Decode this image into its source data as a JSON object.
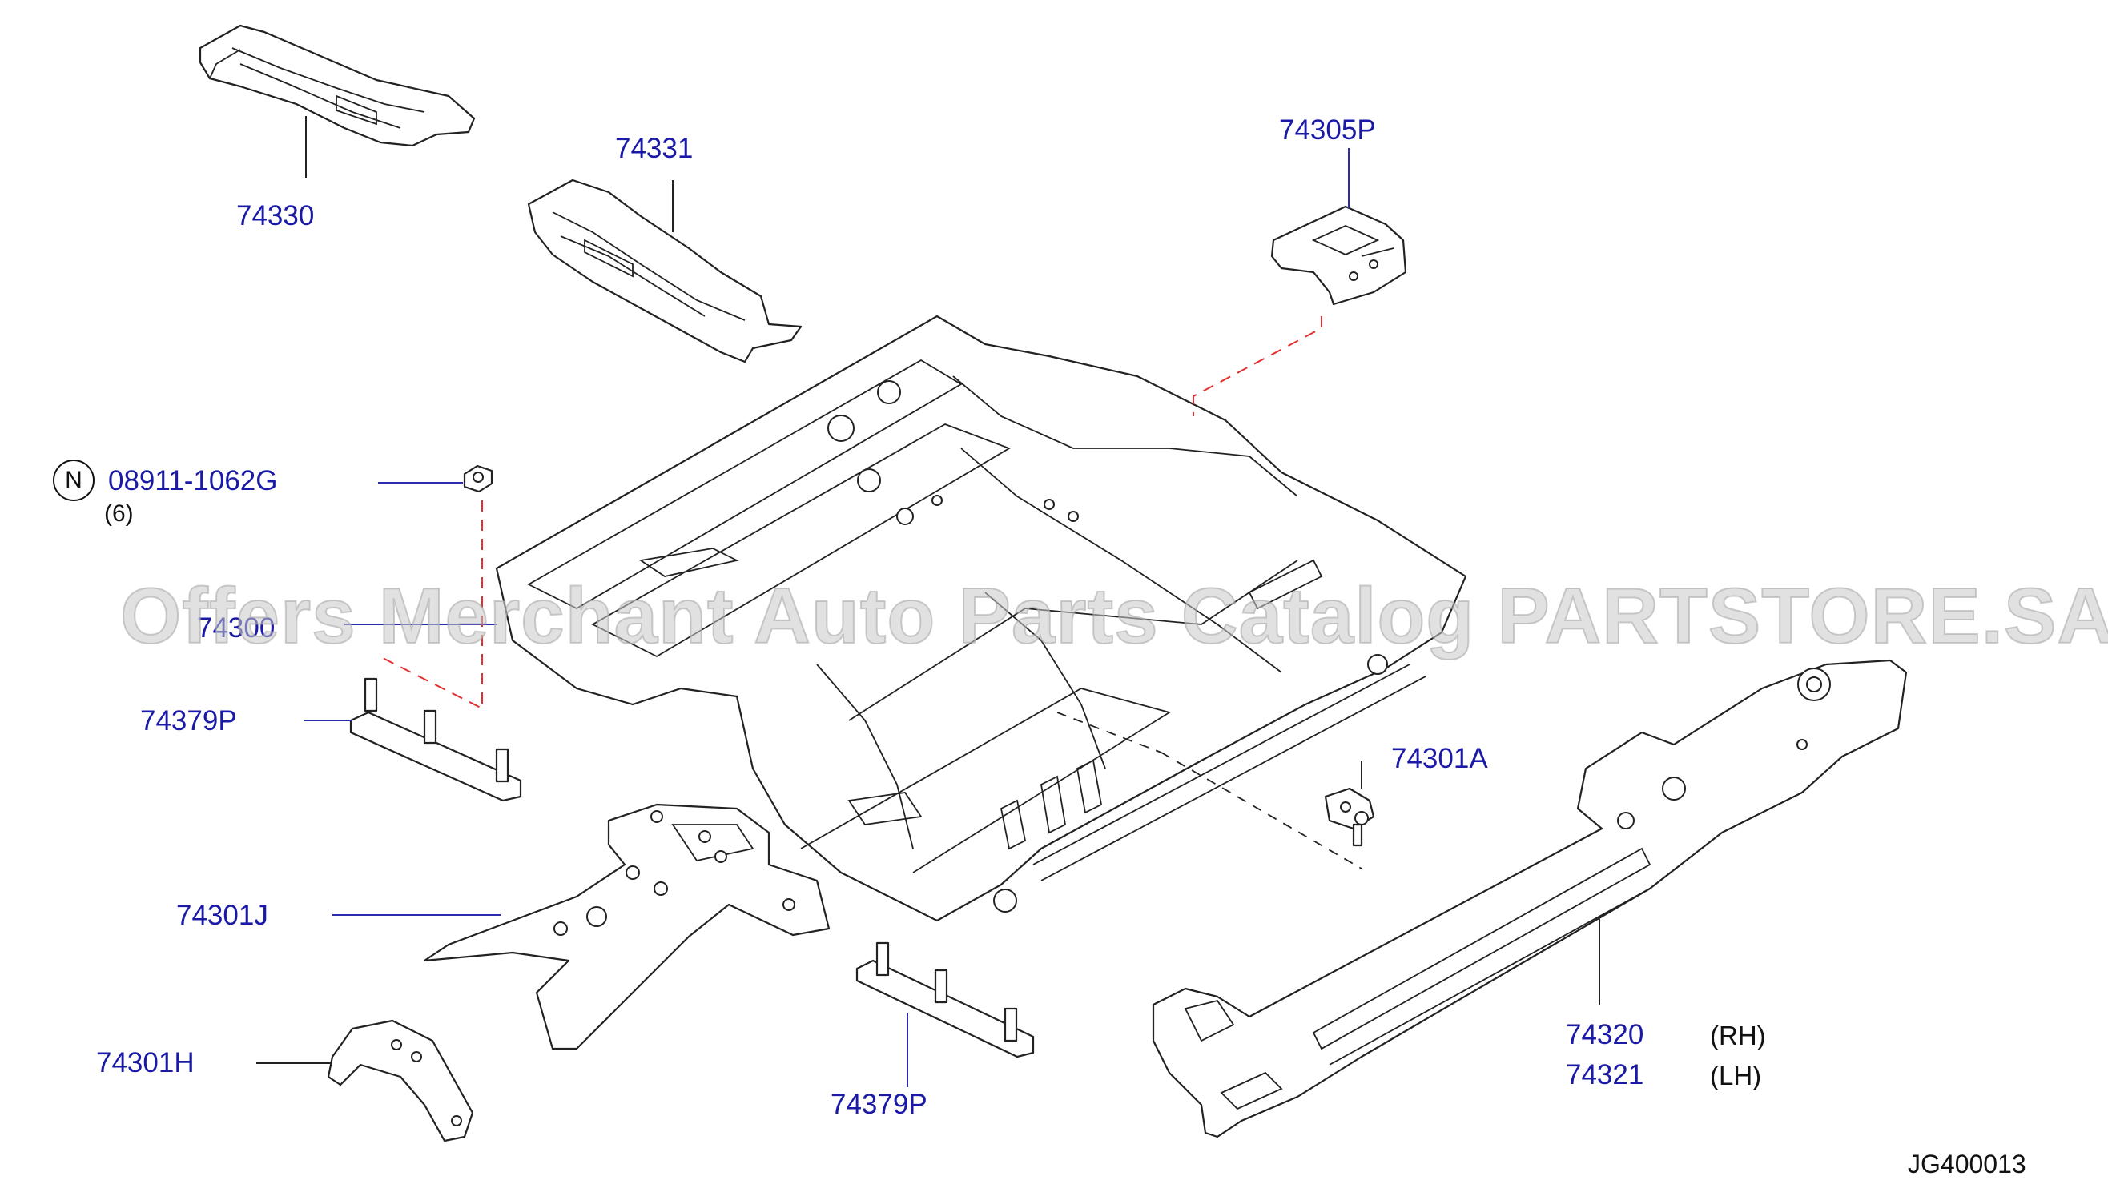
{
  "diagram": {
    "parts": [
      {
        "id": "74330",
        "label": "74330"
      },
      {
        "id": "74331",
        "label": "74331"
      },
      {
        "id": "74305P",
        "label": "74305P"
      },
      {
        "id": "08911-1062G",
        "label": "08911-1062G",
        "prefix": "N",
        "qty": "(6)"
      },
      {
        "id": "74300",
        "label": "74300"
      },
      {
        "id": "74379P-left",
        "label": "74379P"
      },
      {
        "id": "74301A",
        "label": "74301A"
      },
      {
        "id": "74301J",
        "label": "74301J"
      },
      {
        "id": "74301H",
        "label": "74301H"
      },
      {
        "id": "74379P-bottom",
        "label": "74379P"
      },
      {
        "id": "74320",
        "label": "74320",
        "side": "(RH)"
      },
      {
        "id": "74321",
        "label": "74321",
        "side": "(LH)"
      }
    ],
    "diagram_code": "JG400013",
    "watermark": "Offers Merchant Auto Parts Catalog PARTSTORE.SA"
  }
}
